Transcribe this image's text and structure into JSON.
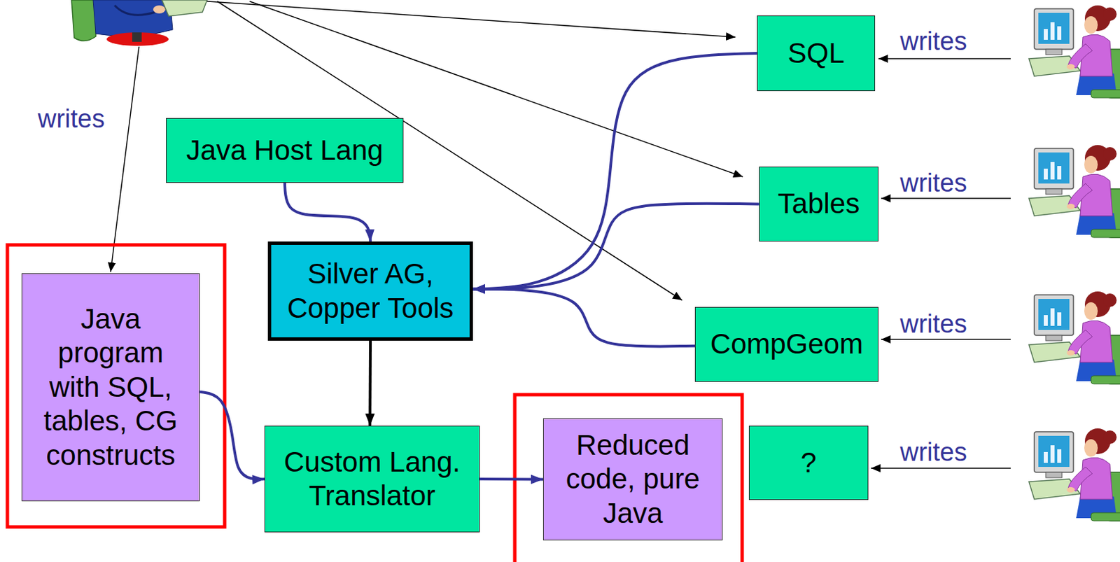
{
  "diagram": {
    "nodes": [
      {
        "text": [
          "SQL"
        ]
      },
      {
        "text": [
          "Java Host Lang"
        ]
      },
      {
        "text": [
          "Tables"
        ]
      },
      {
        "text": [
          "Silver AG, Copper Tools"
        ]
      },
      {
        "text": [
          "Java program with SQL, tables, CG constructs"
        ]
      },
      {
        "text": [
          "CompGeom"
        ]
      },
      {
        "text": [
          "Custom Lang. Translator"
        ]
      },
      {
        "text": [
          "Reduced code, pure Java"
        ]
      },
      {
        "text": [
          "?"
        ]
      }
    ],
    "edges": [
      {
        "from": 1,
        "to": 3,
        "arrow": "to"
      },
      {
        "from": 0,
        "to": 3,
        "arrow": "to"
      },
      {
        "from": 2,
        "to": 3,
        "arrow": "to"
      },
      {
        "from": 5,
        "to": 3,
        "arrow": "to"
      },
      {
        "from": 3,
        "to": 6,
        "arrow": "to"
      },
      {
        "from": 4,
        "to": 6,
        "arrow": "to"
      },
      {
        "from": 6,
        "to": 7,
        "arrow": "to"
      }
    ],
    "labels": [
      "writes",
      "writes",
      "writes",
      "writes",
      "writes"
    ]
  }
}
